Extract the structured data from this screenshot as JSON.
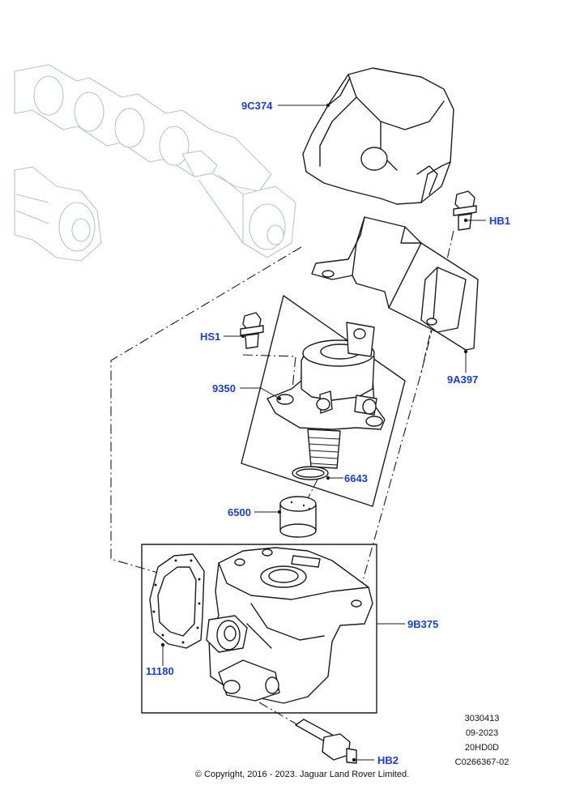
{
  "callouts": {
    "c_9c374": "9C374",
    "c_hb1": "HB1",
    "c_hs1": "HS1",
    "c_9350": "9350",
    "c_9a397": "9A397",
    "c_6643": "6643",
    "c_6500": "6500",
    "c_9b375": "9B375",
    "c_11180": "11180",
    "c_hb2": "HB2"
  },
  "meta": {
    "code_1": "3030413",
    "date": "09-2023",
    "model_code": "20HD0D",
    "illustration_id": "C0266367-02"
  },
  "copyright": "© Copyright, 2016 - 2023. Jaguar Land Rover Limited.",
  "colors": {
    "callout_text": "#1a3fd6",
    "line_art": "#1b1b1b",
    "ghost_part": "#b9c3cc"
  }
}
